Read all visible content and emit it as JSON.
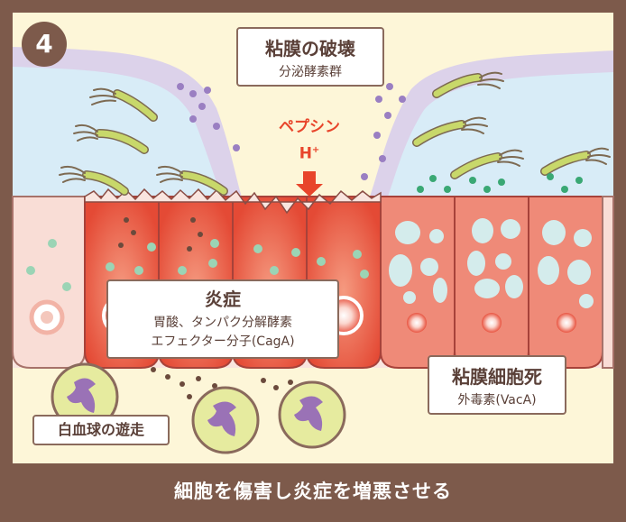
{
  "step_number": "4",
  "mucosa_label": {
    "title": "粘膜の破壊",
    "subtitle": "分泌酵素群"
  },
  "pepsin": {
    "line1": "ペプシン",
    "line2_base": "H",
    "line2_sup": "+"
  },
  "inflammation_label": {
    "title": "炎症",
    "line1": "胃酸、タンパク分解酵素",
    "line2": "エフェクター分子(CagA)"
  },
  "necrosis_label": {
    "title": "粘膜細胞死",
    "subtitle": "外毒素(VacA)"
  },
  "leukocyte_label": "白血球の遊走",
  "bottom_caption": "細胞を傷害し炎症を増悪させる",
  "colors": {
    "frame": "#7d5a4b",
    "mucus_top": "#fdf6d8",
    "mucus_blue": "#d8ecf7",
    "mucus_lavender": "#dcd2ea",
    "cell_healthy": "#f9ddd6",
    "cell_inflamed": "#e9533f",
    "cell_dying": "#ef8a78",
    "bacteria": "#c8d86a",
    "enzyme_dot": "#9a7fc2",
    "green_dot": "#3aa874",
    "leukocyte": "#e6eb9f",
    "leukocyte_nucleus": "#9a72b6",
    "pepsin_text": "#e8452b"
  }
}
